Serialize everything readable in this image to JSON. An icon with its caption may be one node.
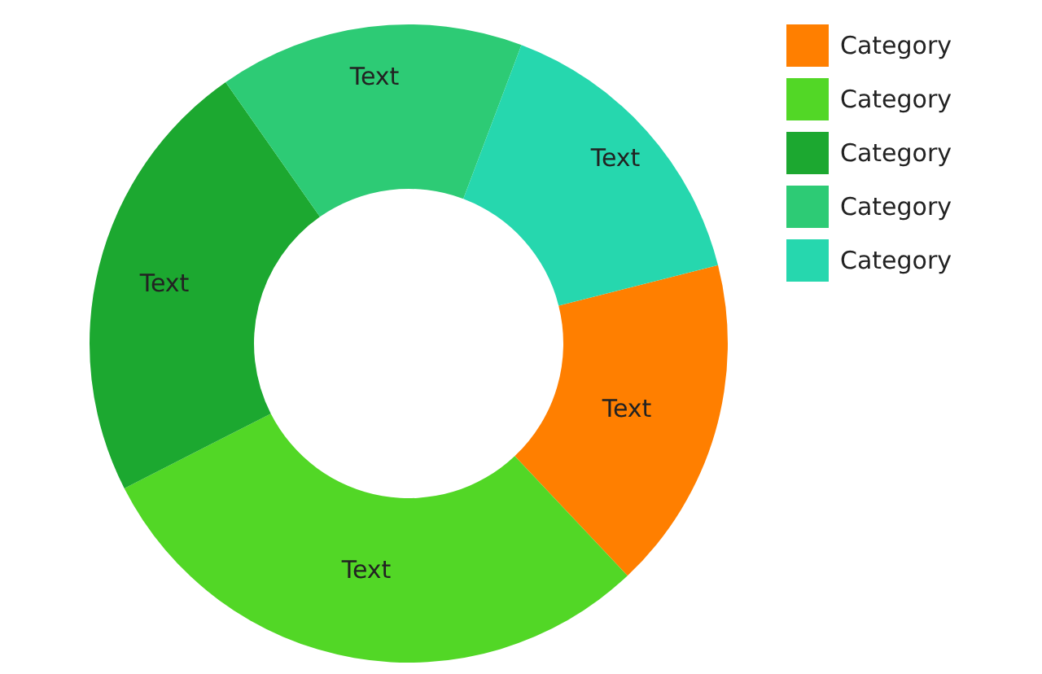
{
  "diagram": {
    "labels": [
      "Text",
      "Text",
      "Text",
      "Text",
      "Text"
    ],
    "legend": [
      {
        "text": "Category",
        "color": "#ff7f00"
      },
      {
        "text": "Category",
        "color": "#52d726"
      },
      {
        "text": "Category",
        "color": "#1ca830"
      },
      {
        "text": "Category",
        "color": "#2dcb75"
      },
      {
        "text": "Category",
        "color": "#26d7ae"
      }
    ]
  }
}
